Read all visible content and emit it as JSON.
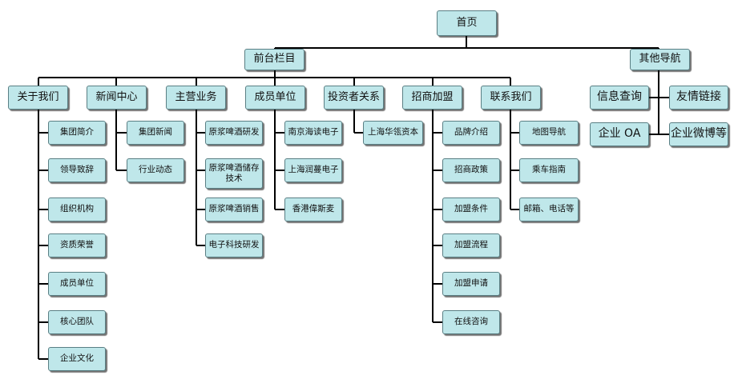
{
  "root": "首页",
  "front_columns": "前台栏目",
  "other_nav": "其他导航",
  "sections": {
    "about": "关于我们",
    "news": "新闻中心",
    "business": "主营业务",
    "members": "成员单位",
    "investor": "投资者关系",
    "franchise": "招商加盟",
    "contact": "联系我们"
  },
  "about_items": [
    "集团简介",
    "领导致辞",
    "组织机构",
    "资质荣誉",
    "成员单位",
    "核心团队",
    "企业文化"
  ],
  "news_items": [
    "集团新闻",
    "行业动态"
  ],
  "business_items": [
    "原浆啤酒研发",
    "原浆啤酒储存技术",
    "原浆啤酒销售",
    "电子科技研发"
  ],
  "members_items": [
    "南京海读电子",
    "上海润蔓电子",
    "香港偉斯麦"
  ],
  "investor_items": [
    "上海华瓴资本"
  ],
  "franchise_items": [
    "品牌介绍",
    "招商政策",
    "加盟条件",
    "加盟流程",
    "加盟申请",
    "在线咨询"
  ],
  "contact_items": [
    "地图导航",
    "乘车指南",
    "邮箱、电话等"
  ],
  "other_items": [
    "信息查询",
    "友情链接",
    "企业 OA",
    "企业微博等"
  ]
}
